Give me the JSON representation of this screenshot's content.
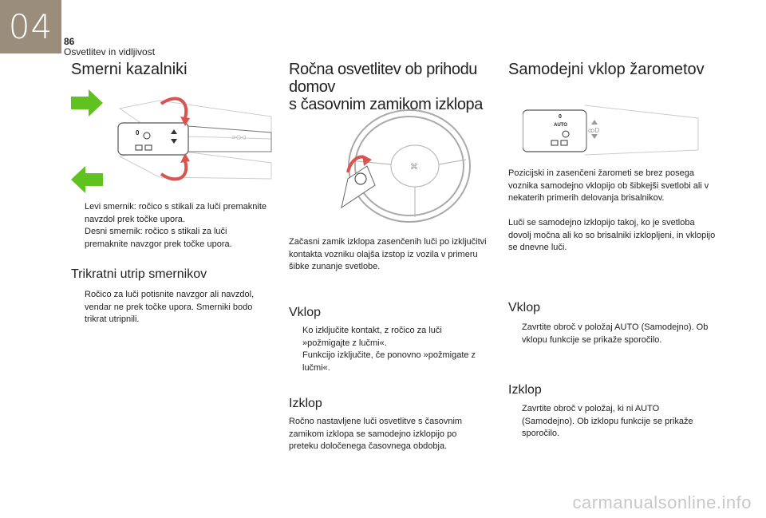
{
  "header": {
    "chapter": "04",
    "page_number": "86",
    "section": "Osvetlitev in vidljivost"
  },
  "col1": {
    "title": "Smerni kazalniki",
    "bullets": [
      "Levi smernik: ročico s stikali za luči premaknite navzdol prek točke upora.",
      "Desni smernik: ročico s stikali za luči premaknite navzgor prek točke upora."
    ],
    "subtitle": "Trikratni utrip smernikov",
    "sub_bullets": [
      "Ročico za luči potisnite navzgor ali navzdol, vendar ne prek točke upora. Smerniki bodo trikrat utripnili."
    ]
  },
  "col2": {
    "title_line1": "Ročna osvetlitev ob prihodu domov",
    "title_line2": "s časovnim zamikom izklopa",
    "intro": "Začasni zamik izklopa zasenčenih luči po izključitvi kontakta vozniku olajša izstop iz vozila v primeru šibke zunanje svetlobe.",
    "vklop_title": "Vklop",
    "vklop_bullets": [
      "Ko izključite kontakt, z ročico za luči »požmigajte z lučmi«.",
      "Funkcijo izključite, če ponovno »požmigate z lučmi«."
    ],
    "izklop_title": "Izklop",
    "izklop_text": "Ročno nastavljene luči osvetlitve s časovnim zamikom izklopa se samodejno izklopijo po preteku določenega časovnega obdobja."
  },
  "col3": {
    "title": "Samodejni vklop žarometov",
    "intro1": "Pozicijski in zasenčeni žarometi se brez posega voznika samodejno vklopijo ob šibkejši svetlobi ali v nekaterih primerih delovanja brisalnikov.",
    "intro2": "Luči se samodejno izklopijo takoj, ko je svetloba dovolj močna ali ko so brisalniki izklopljeni, in vklopijo se dnevne luči.",
    "vklop_title": "Vklop",
    "vklop_bullets": [
      "Zavrtite obroč v položaj AUTO (Samodejno). Ob vklopu funkcije se prikaže sporočilo."
    ],
    "izklop_title": "Izklop",
    "izklop_bullets": [
      "Zavrtite obroč v položaj, ki ni AUTO (Samodejno). Ob izklopu funkcije se prikaže sporočilo."
    ]
  },
  "stalk_labels": {
    "position_o": "0",
    "auto": "AUTO"
  },
  "bullet_marker": "",
  "watermark": "carmanualsonline.info",
  "colors": {
    "tab": "#9a8d7b",
    "arrow_green": "#5fc21e",
    "arrow_red": "#d9534f"
  }
}
